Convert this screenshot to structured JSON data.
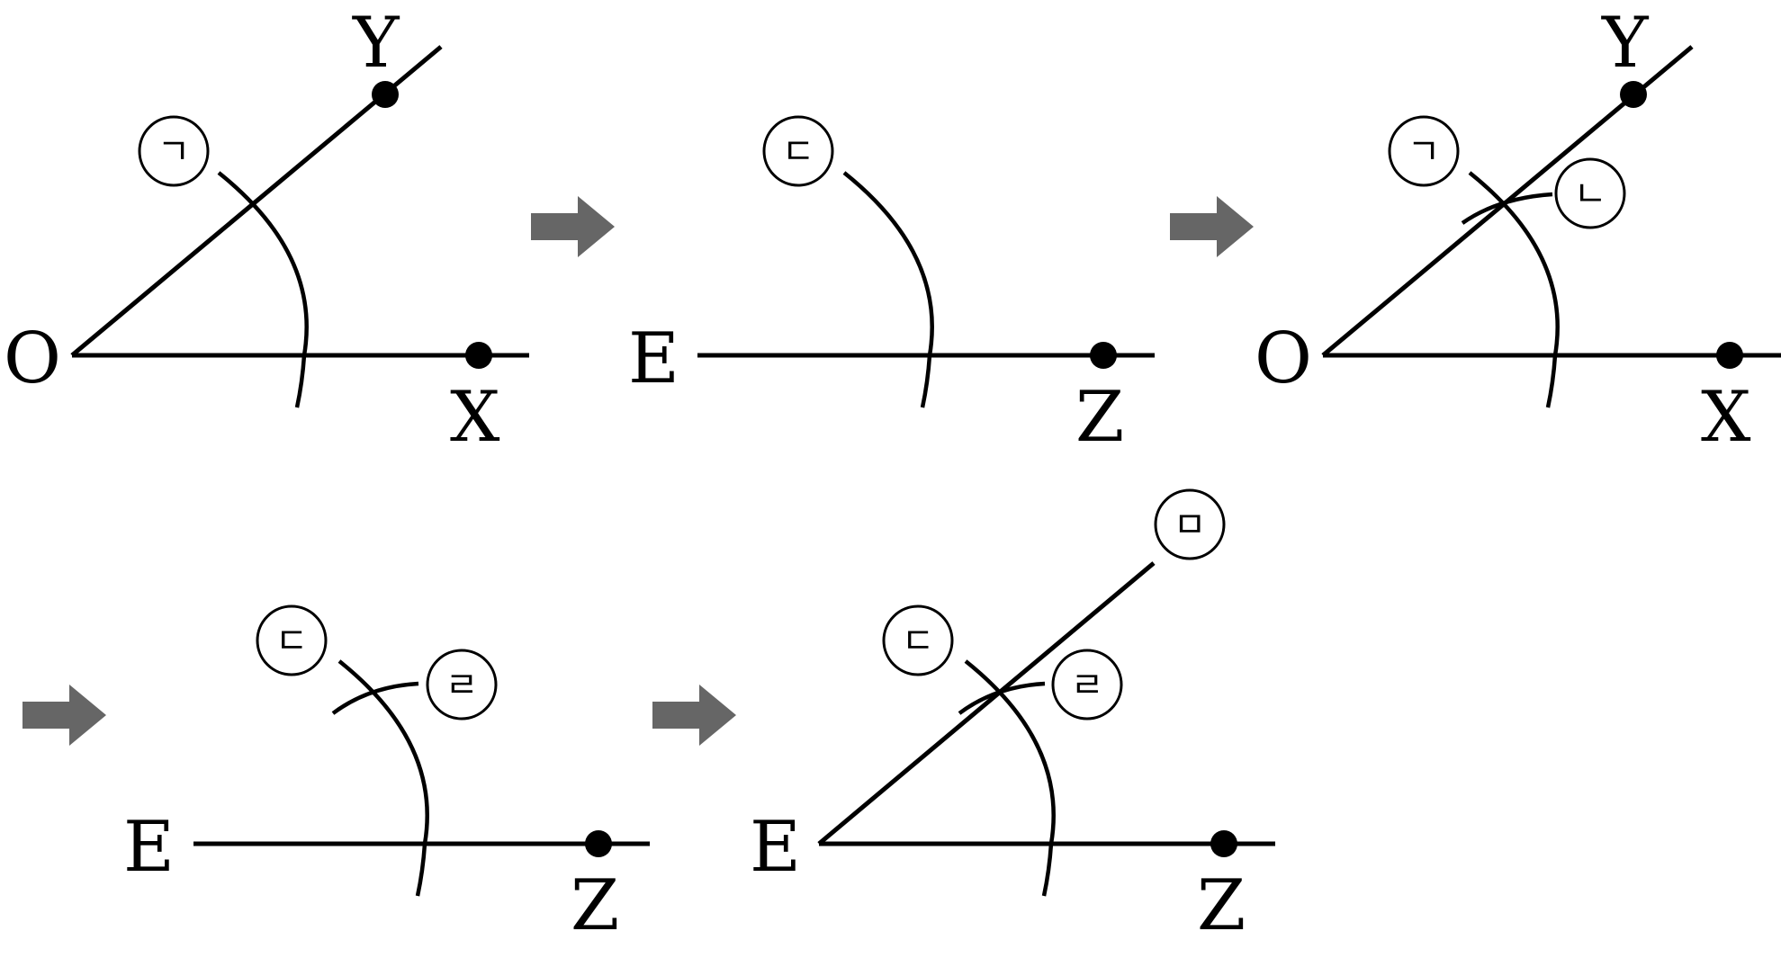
{
  "points": {
    "O": "O",
    "X": "X",
    "Y": "Y",
    "E": "E",
    "Z": "Z"
  },
  "steps": {
    "s1": "ㄱ",
    "s2": "ㄴ",
    "s3": "ㄷ",
    "s4": "ㄹ",
    "s5": "ㅁ"
  },
  "colors": {
    "stroke": "#000000",
    "arrow": "#666666",
    "background": "#ffffff"
  }
}
